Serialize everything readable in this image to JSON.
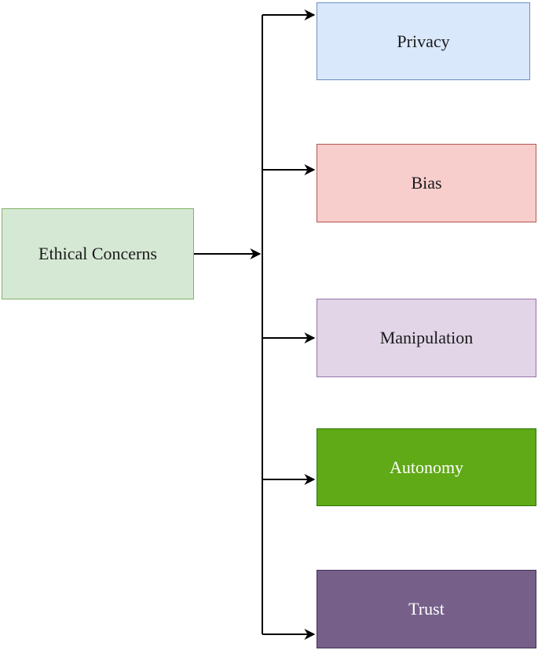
{
  "diagram": {
    "root": {
      "label": "Ethical Concerns",
      "fill": "#d5e8d4",
      "stroke": "#82b366"
    },
    "branches": [
      {
        "label": "Privacy",
        "fill": "#dae8fc",
        "stroke": "#6c8ebf"
      },
      {
        "label": "Bias",
        "fill": "#f8cecc",
        "stroke": "#b85450"
      },
      {
        "label": "Manipulation",
        "fill": "#e1d5e7",
        "stroke": "#9673a6"
      },
      {
        "label": "Autonomy",
        "fill": "#60a917",
        "stroke": "#2d7600"
      },
      {
        "label": "Trust",
        "fill": "#76608a",
        "stroke": "#432d57"
      }
    ],
    "connector_color": "#000000"
  }
}
